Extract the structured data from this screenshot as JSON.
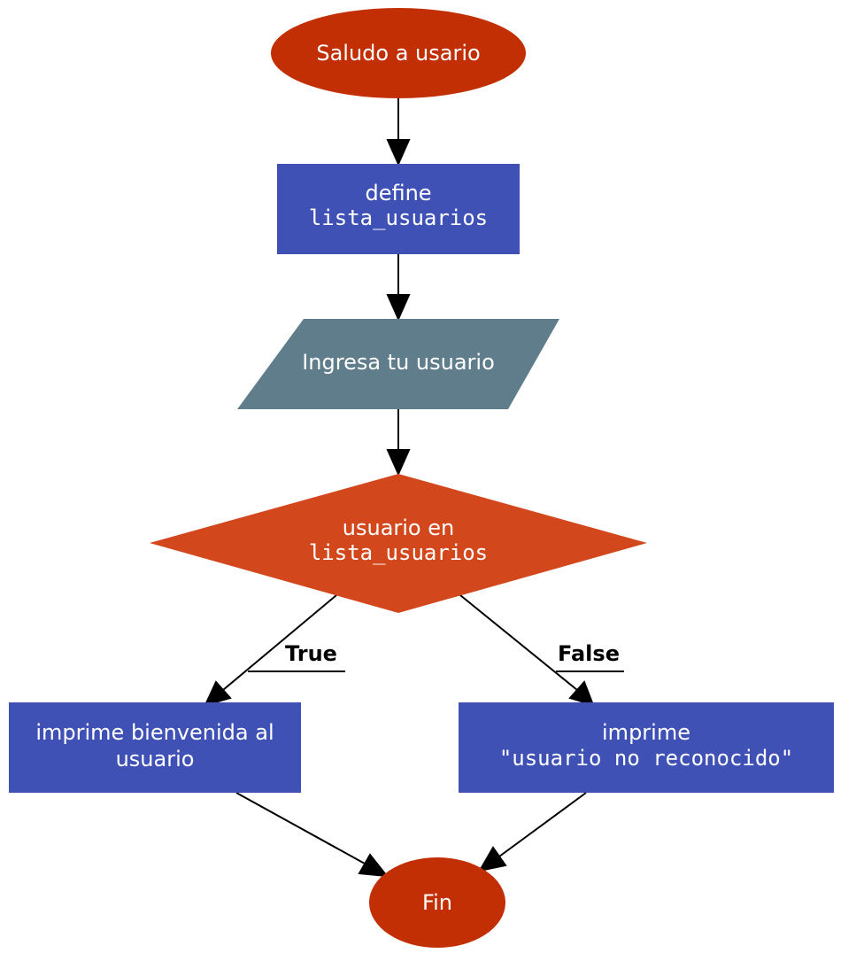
{
  "colors": {
    "terminal": "#c22f05",
    "process": "#3f51b5",
    "io": "#607d8b",
    "decision": "#d2481c",
    "edge": "#000000",
    "text": "#ffffff"
  },
  "nodes": {
    "start": {
      "text": "Saludo a usario"
    },
    "define": {
      "line1": "define",
      "line2": "lista_usuarios"
    },
    "input": {
      "text": "Ingresa tu usuario"
    },
    "decision": {
      "line1": "usuario en",
      "line2": "lista_usuarios"
    },
    "welcome": {
      "line1": "imprime bienvenida al",
      "line2": "usuario"
    },
    "unknown": {
      "line1": "imprime",
      "line2": "\"usuario no reconocido\""
    },
    "end": {
      "text": "Fin"
    }
  },
  "edges": {
    "true_label": "True",
    "false_label": "False"
  }
}
